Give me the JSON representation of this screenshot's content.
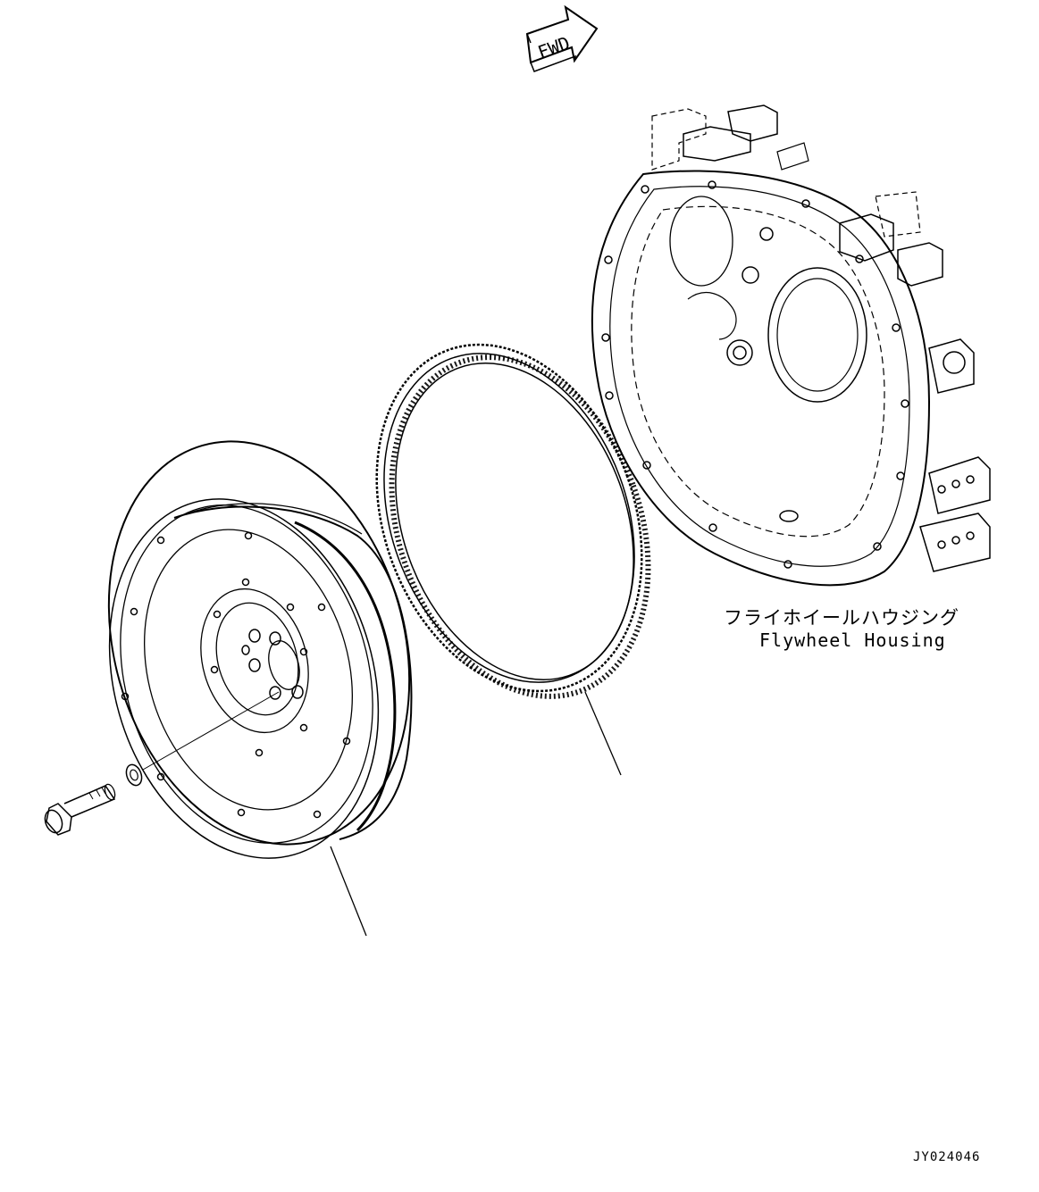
{
  "fwd_arrow": {
    "label": "FWD",
    "icon": "forward-arrow-icon"
  },
  "flywheel_housing": {
    "label_jp": "フライホイールハウジング",
    "label_en": "Flywheel Housing"
  },
  "reference_code": "JY024046",
  "colors": {
    "line": "#000000",
    "background": "#ffffff"
  }
}
